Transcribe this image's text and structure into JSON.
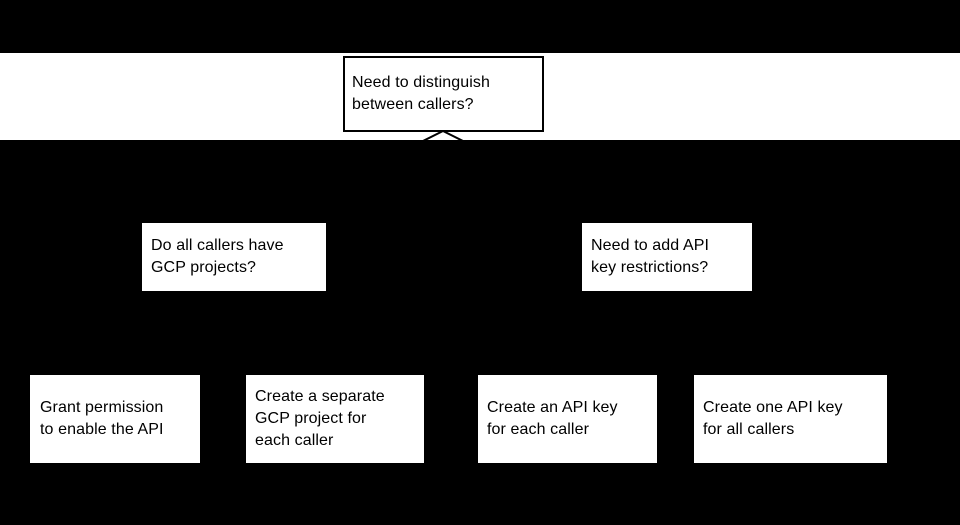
{
  "colors": {
    "background": "#000000",
    "box_fill": "#ffffff",
    "box_border": "#000000",
    "text": "#000000"
  },
  "flowchart": {
    "root": {
      "label": "Need to distinguish\nbetween callers?"
    },
    "branches": [
      {
        "label": "Do all callers have\nGCP projects?"
      },
      {
        "label": "Need to add API\nkey restrictions?"
      }
    ],
    "outcomes": [
      {
        "label": "Grant permission\nto enable the API"
      },
      {
        "label": "Create a separate\nGCP project for\neach caller"
      },
      {
        "label": "Create an API key\nfor each caller"
      },
      {
        "label": "Create one API key\nfor all callers"
      }
    ],
    "connector": {
      "icon": "branch-split-caret"
    }
  }
}
